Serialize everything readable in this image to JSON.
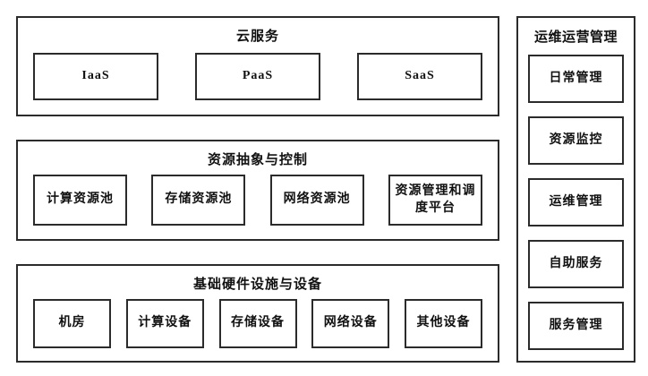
{
  "diagram": {
    "colors": {
      "border": "#2b2b2b",
      "background": "#ffffff",
      "text": "#111111"
    },
    "sections": [
      {
        "title": "云服务",
        "items": [
          {
            "label": "IaaS"
          },
          {
            "label": "PaaS"
          },
          {
            "label": "SaaS"
          }
        ]
      },
      {
        "title": "资源抽象与控制",
        "items": [
          {
            "label": "计算资源池"
          },
          {
            "label": "存储资源池"
          },
          {
            "label": "网络资源池"
          },
          {
            "label": "资源管理和调度平台"
          }
        ]
      },
      {
        "title": "基础硬件设施与设备",
        "items": [
          {
            "label": "机房"
          },
          {
            "label": "计算设备"
          },
          {
            "label": "存储设备"
          },
          {
            "label": "网络设备"
          },
          {
            "label": "其他设备"
          }
        ]
      }
    ],
    "side_panel": {
      "title": "运维运营管理",
      "items": [
        {
          "label": "日常管理"
        },
        {
          "label": "资源监控"
        },
        {
          "label": "运维管理"
        },
        {
          "label": "自助服务"
        },
        {
          "label": "服务管理"
        }
      ]
    }
  }
}
